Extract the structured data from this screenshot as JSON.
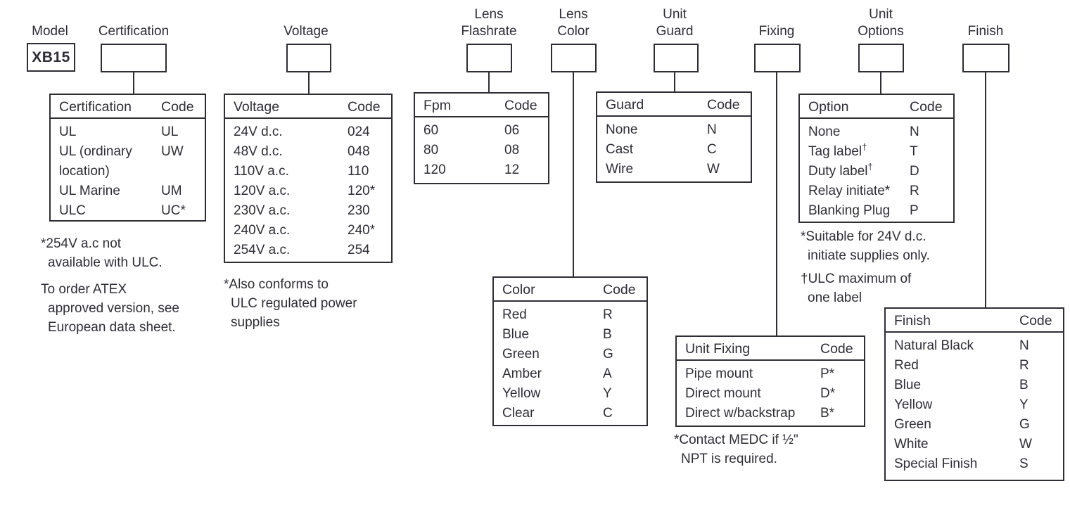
{
  "model": {
    "label": "Model",
    "value": "XB15"
  },
  "columns": [
    {
      "id": "certification",
      "label": "Certification"
    },
    {
      "id": "voltage",
      "label": "Voltage"
    },
    {
      "id": "lens-flashrate",
      "label": "Lens\nFlashrate"
    },
    {
      "id": "lens-color",
      "label": "Lens\nColor"
    },
    {
      "id": "unit-guard",
      "label": "Unit\nGuard"
    },
    {
      "id": "fixing",
      "label": "Fixing"
    },
    {
      "id": "unit-options",
      "label": "Unit\nOptions"
    },
    {
      "id": "finish",
      "label": "Finish"
    }
  ],
  "tables": {
    "certification": {
      "col1": "Certification",
      "col2": "Code",
      "rows": [
        {
          "label": "UL",
          "code": "UL"
        },
        {
          "label": "UL (ordinary location)",
          "code": "UW"
        },
        {
          "label": "UL Marine",
          "code": "UM"
        },
        {
          "label": "ULC",
          "code": "UC*"
        }
      ]
    },
    "voltage": {
      "col1": "Voltage",
      "col2": "Code",
      "rows": [
        {
          "label": "24V d.c.",
          "code": "024"
        },
        {
          "label": "48V d.c.",
          "code": "048"
        },
        {
          "label": "110V a.c.",
          "code": "110"
        },
        {
          "label": "120V a.c.",
          "code": "120*"
        },
        {
          "label": "230V a.c.",
          "code": "230"
        },
        {
          "label": "240V a.c.",
          "code": "240*"
        },
        {
          "label": "254V a.c.",
          "code": "254"
        }
      ]
    },
    "flashrate": {
      "col1": "Fpm",
      "col2": "Code",
      "rows": [
        {
          "label": "60",
          "code": "06"
        },
        {
          "label": "80",
          "code": "08"
        },
        {
          "label": "120",
          "code": "12"
        }
      ]
    },
    "guard": {
      "col1": "Guard",
      "col2": "Code",
      "rows": [
        {
          "label": "None",
          "code": "N"
        },
        {
          "label": "Cast",
          "code": "C"
        },
        {
          "label": "Wire",
          "code": "W"
        }
      ]
    },
    "options": {
      "col1": "Option",
      "col2": "Code",
      "rows": [
        {
          "label": "None",
          "code": "N"
        },
        {
          "label": "Tag label",
          "sup": "†",
          "code": "T"
        },
        {
          "label": "Duty label",
          "sup": "†",
          "code": "D"
        },
        {
          "label": "Relay initiate*",
          "code": "R"
        },
        {
          "label": "Blanking Plug",
          "code": "P"
        }
      ]
    },
    "color": {
      "col1": "Color",
      "col2": "Code",
      "rows": [
        {
          "label": "Red",
          "code": "R"
        },
        {
          "label": "Blue",
          "code": "B"
        },
        {
          "label": "Green",
          "code": "G"
        },
        {
          "label": "Amber",
          "code": "A"
        },
        {
          "label": "Yellow",
          "code": "Y"
        },
        {
          "label": "Clear",
          "code": "C"
        }
      ]
    },
    "fixing": {
      "col1": "Unit Fixing",
      "col2": "Code",
      "rows": [
        {
          "label": "Pipe mount",
          "code": "P*"
        },
        {
          "label": "Direct mount",
          "code": "D*"
        },
        {
          "label": "Direct w/backstrap",
          "code": "B*"
        }
      ]
    },
    "finish": {
      "col1": "Finish",
      "col2": "Code",
      "rows": [
        {
          "label": "Natural Black",
          "code": "N"
        },
        {
          "label": "Red",
          "code": "R"
        },
        {
          "label": "Blue",
          "code": "B"
        },
        {
          "label": "Yellow",
          "code": "Y"
        },
        {
          "label": "Green",
          "code": "G"
        },
        {
          "label": "White",
          "code": "W"
        },
        {
          "label": "Special Finish",
          "code": "S"
        }
      ]
    }
  },
  "notes": {
    "certification_1": "*254V a.c not\navailable with ULC.",
    "certification_2": "To order ATEX\napproved version, see\nEuropean data sheet.",
    "voltage": "*Also conforms to\nULC regulated power\nsupplies",
    "options_1": "*Suitable for 24V d.c.\ninitiate supplies only.",
    "options_2": "†ULC maximum of\none label",
    "fixing": "*Contact MEDC if ½\"\nNPT is required."
  },
  "colors": {
    "ink": "#2e2e36",
    "background": "#ffffff"
  }
}
